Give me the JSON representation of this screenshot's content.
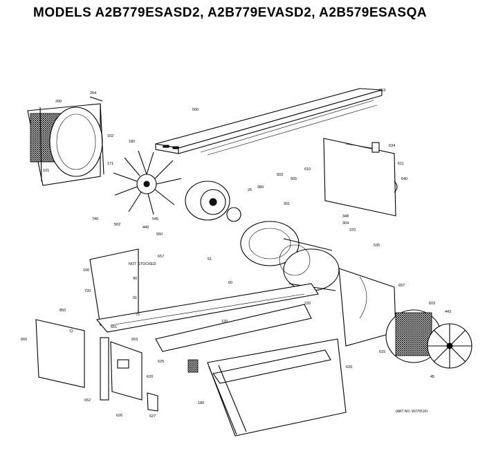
{
  "title": "MODELS A2B779ESASD2, A2B779EVASD2, A2B579ESASQA",
  "art_number": "(ART NO. WJ7551F)",
  "part_labels": [
    {
      "id": "653",
      "text": "653"
    },
    {
      "id": "500",
      "text": "500"
    },
    {
      "id": "264",
      "text": "264"
    },
    {
      "id": "200",
      "text": "200"
    },
    {
      "id": "102",
      "text": "102"
    },
    {
      "id": "101",
      "text": "101"
    },
    {
      "id": "171",
      "text": "171"
    },
    {
      "id": "180",
      "text": "180"
    },
    {
      "id": "25",
      "text": "25"
    },
    {
      "id": "610",
      "text": "610"
    },
    {
      "id": "611",
      "text": "611"
    },
    {
      "id": "634",
      "text": "634"
    },
    {
      "id": "640",
      "text": "640"
    },
    {
      "id": "503",
      "text": "503"
    },
    {
      "id": "505",
      "text": "505"
    },
    {
      "id": "380",
      "text": "380"
    },
    {
      "id": "301",
      "text": "301"
    },
    {
      "id": "348",
      "text": "348"
    },
    {
      "id": "304",
      "text": "304"
    },
    {
      "id": "370",
      "text": "370"
    },
    {
      "id": "740",
      "text": "740"
    },
    {
      "id": "502",
      "text": "502"
    },
    {
      "id": "440",
      "text": "440"
    },
    {
      "id": "545",
      "text": "545"
    },
    {
      "id": "550",
      "text": "550"
    },
    {
      "id": "STOCKED",
      "text": "NOT STOCKED"
    },
    {
      "id": "657",
      "text": "657"
    },
    {
      "id": "106",
      "text": "106"
    },
    {
      "id": "90",
      "text": "90"
    },
    {
      "id": "91",
      "text": "91"
    },
    {
      "id": "75",
      "text": "75"
    },
    {
      "id": "720",
      "text": "720"
    },
    {
      "id": "850",
      "text": "850"
    },
    {
      "id": "660",
      "text": "660"
    },
    {
      "id": "651",
      "text": "651"
    },
    {
      "id": "653b",
      "text": "653"
    },
    {
      "id": "652",
      "text": "652"
    },
    {
      "id": "626",
      "text": "626"
    },
    {
      "id": "627",
      "text": "627"
    },
    {
      "id": "625",
      "text": "625"
    },
    {
      "id": "620",
      "text": "620"
    },
    {
      "id": "180b",
      "text": "180"
    },
    {
      "id": "220",
      "text": "220"
    },
    {
      "id": "620b",
      "text": "620"
    },
    {
      "id": "657b",
      "text": "657"
    },
    {
      "id": "615",
      "text": "615"
    },
    {
      "id": "443",
      "text": "443"
    },
    {
      "id": "603",
      "text": "603"
    },
    {
      "id": "45",
      "text": "45"
    },
    {
      "id": "120",
      "text": "120"
    },
    {
      "id": "51",
      "text": "51"
    },
    {
      "id": "60",
      "text": "60"
    },
    {
      "id": "535",
      "text": "535"
    }
  ]
}
